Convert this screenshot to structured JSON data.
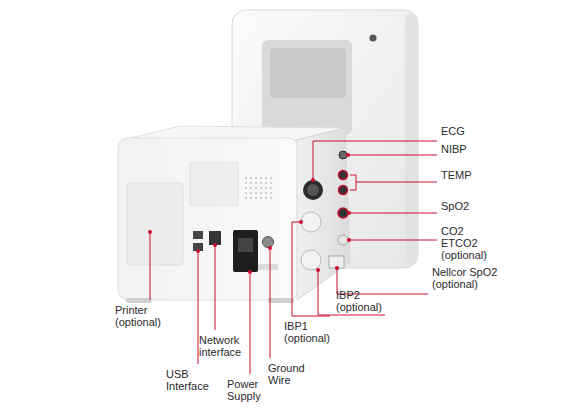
{
  "diagram": {
    "labels": [
      "ECG",
      "NIBP",
      "TEMP",
      "SpO2",
      "CO2 ETCO2 (optional)",
      "Nellcor SpO2 (optional)",
      "IBP2 (optional)",
      "Printer (optional)",
      "IBP1 (optional)",
      "Network interface",
      "USB Interface",
      "Power Supply",
      "Ground Wire"
    ]
  }
}
